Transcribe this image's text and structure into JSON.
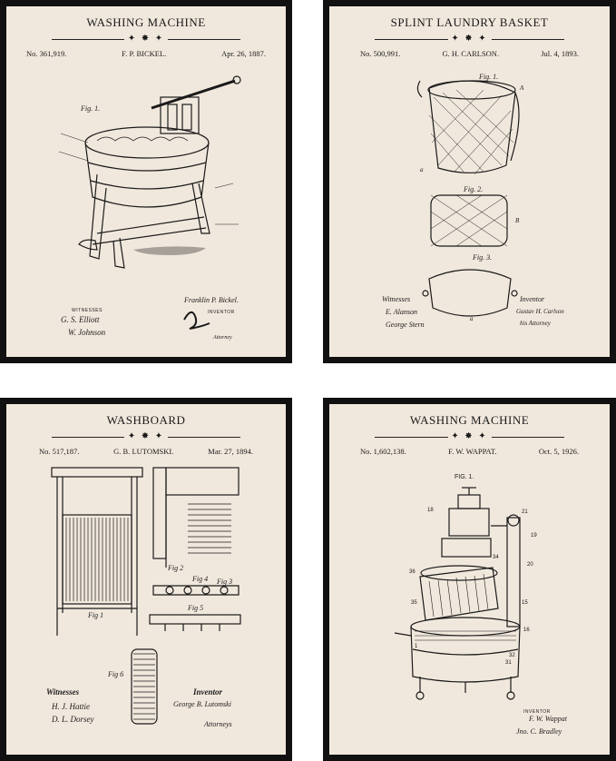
{
  "posters": [
    {
      "title": "WASHING MACHINE",
      "number": "No. 361,919.",
      "inventor": "F. P. BICKEL.",
      "date": "Apr. 26, 1887.",
      "fig_label": "Fig. 1.",
      "witnesses_label": "WITNESSES",
      "witness_1": "G. S. Elliott",
      "witness_2": "W. Johnson",
      "inventor_sign": "Franklin P. Bickel.",
      "inventor_label": "INVENTOR",
      "attorney_label": "Attorney"
    },
    {
      "title": "SPLINT LAUNDRY BASKET",
      "number": "No. 500,991.",
      "inventor": "G. H. CARLSON.",
      "date": "Jul. 4, 1893.",
      "fig1": "Fig. 1.",
      "fig2": "Fig. 2.",
      "fig3": "Fig. 3.",
      "witnesses_label": "Witnesses",
      "witness_1": "E. Alanson",
      "witness_2": "George Stern",
      "inventor_label": "Inventor",
      "inventor_sign": "Gustav H. Carlson",
      "attorney_sign": "his Attorney"
    },
    {
      "title": "WASHBOARD",
      "number": "No. 517,187.",
      "inventor": "G. B. LUTOMSKI.",
      "date": "Mar. 27, 1894.",
      "fig1": "Fig 1",
      "fig2": "Fig 2",
      "fig3": "Fig 3",
      "fig4": "Fig 4",
      "fig5": "Fig 5",
      "fig6": "Fig 6",
      "witnesses_label": "Witnesses",
      "witness_1": "H. J. Hattie",
      "witness_2": "D. L. Dorsey",
      "inventor_label": "Inventor",
      "inventor_sign": "George B. Lutomski",
      "attorney_sign": "Attorneys"
    },
    {
      "title": "WASHING MACHINE",
      "number": "No. 1,602,138.",
      "inventor": "F. W. WAPPAT.",
      "date": "Oct. 5, 1926.",
      "fig_label": "FIG. 1.",
      "inventor_label": "INVENTOR",
      "inventor_sign": "F. W. Wappat",
      "attorney_sign": "Jno. C. Bradley"
    }
  ],
  "ornament": "✦ ✸ ✦"
}
